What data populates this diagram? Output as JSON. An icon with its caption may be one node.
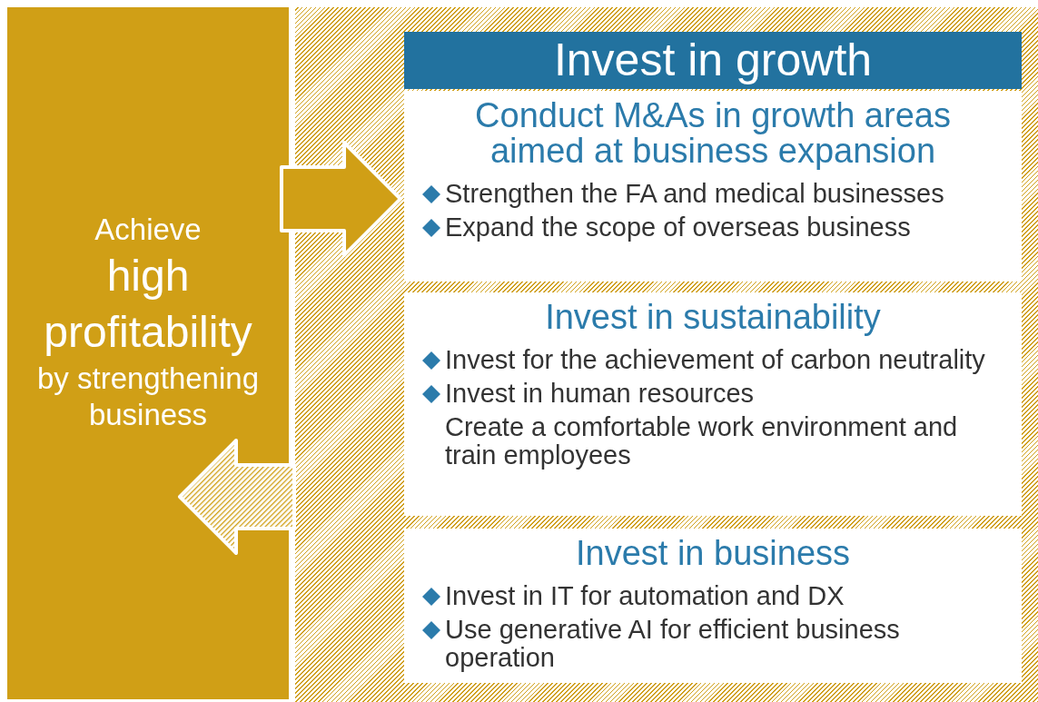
{
  "diagram": {
    "nodes": [
      {
        "text": [
          "Achieve",
          "high profitability",
          "by strengthening business"
        ]
      },
      {
        "text": [],
        "shape": "box"
      },
      {
        "text": [
          "Invest in growth"
        ],
        "in": 1
      },
      {
        "text": [
          "Conduct M&As in growth areas aimed at business expansion",
          "Strengthen the FA and medical businesses",
          "Expand the scope of overseas business"
        ],
        "in": 1
      },
      {
        "text": [
          "Invest in sustainability",
          "Invest for the achievement of carbon neutrality",
          "Invest in human resources",
          "Create a comfortable work environment and train employees"
        ],
        "in": 1
      },
      {
        "text": [
          "Invest in business",
          "Invest in IT for automation and DX",
          "Use generative AI for efficient business operation"
        ],
        "in": 1
      }
    ],
    "edges": [
      {
        "from": 0,
        "to": 3,
        "arrow": "to",
        "style": "thick"
      },
      {
        "from": 1,
        "to": 0,
        "arrow": "to",
        "style": "thick"
      }
    ]
  }
}
